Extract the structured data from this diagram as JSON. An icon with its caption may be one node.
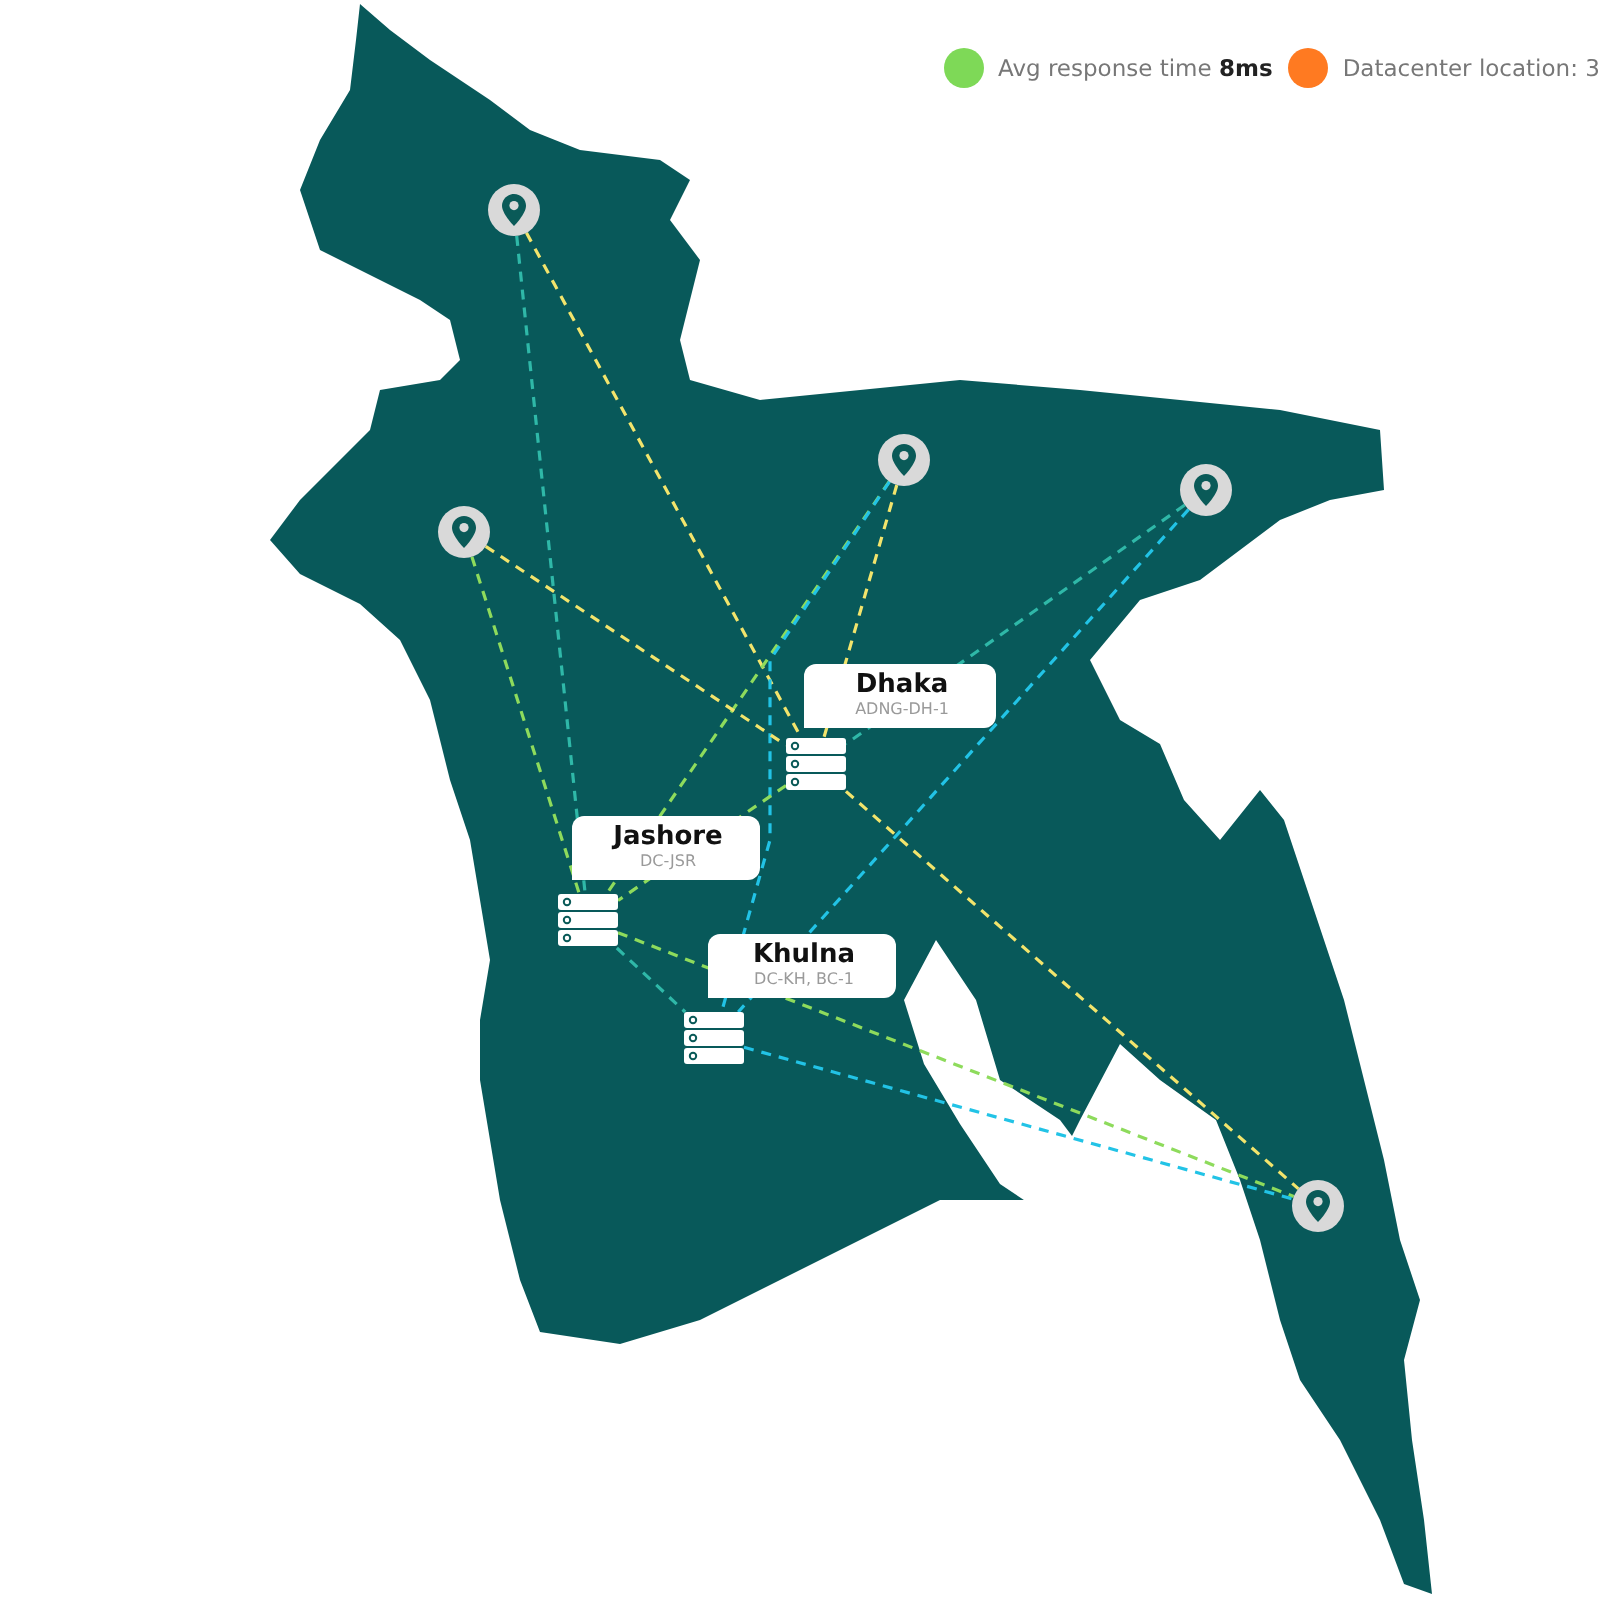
{
  "diagram": {
    "nodes": [
      {
        "text": [],
        "shape": "circle"
      },
      {
        "text": [],
        "shape": "circle"
      },
      {
        "text": [],
        "shape": "circle"
      },
      {
        "text": [],
        "shape": "circle"
      },
      {
        "text": [],
        "shape": "circle"
      },
      {
        "text": [],
        "shape": "picture",
        "beside": [
          "Dhaka",
          "ADNG-DH-1"
        ]
      },
      {
        "text": [],
        "shape": "picture",
        "beside": [
          "Jashore",
          "DC-JSR"
        ]
      },
      {
        "text": [],
        "shape": "picture",
        "beside": [
          "Khulna",
          "DC-KH, BC-1"
        ]
      }
    ],
    "edges": [
      {
        "from": 0,
        "to": 5,
        "arrow": "none",
        "style": "dashed",
        "color": "#f2e46c"
      },
      {
        "from": 0,
        "to": 6,
        "arrow": "none",
        "style": "dashed",
        "color": "#2fb8a8"
      },
      {
        "from": 1,
        "to": 6,
        "arrow": "none",
        "style": "dashed",
        "color": "#8edb5c"
      },
      {
        "from": 1,
        "to": 5,
        "arrow": "none",
        "style": "dashed",
        "color": "#f2e46c"
      },
      {
        "from": 1,
        "to": 7,
        "arrow": "none",
        "style": "dashed",
        "color": "#22c3e6"
      },
      {
        "from": 2,
        "to": 5,
        "arrow": "none",
        "style": "dashed",
        "color": "#2fb8a8"
      },
      {
        "from": 2,
        "to": 7,
        "arrow": "none",
        "style": "dashed",
        "color": "#22c3e6"
      },
      {
        "from": 3,
        "to": 5,
        "arrow": "none",
        "style": "dashed",
        "color": "#f2e46c"
      },
      {
        "from": 3,
        "to": 6,
        "arrow": "none",
        "style": "dashed",
        "color": "#8edb5c"
      },
      {
        "from": 5,
        "to": 4,
        "arrow": "none",
        "style": "dashed",
        "color": "#f2e46c"
      },
      {
        "from": 6,
        "to": 4,
        "arrow": "none",
        "style": "dashed",
        "color": "#8edb5c"
      },
      {
        "from": 7,
        "to": 4,
        "arrow": "none",
        "style": "dashed",
        "color": "#22c3e6"
      },
      {
        "from": 5,
        "to": 6,
        "arrow": "none",
        "style": "dashed",
        "color": "#8edb5c"
      },
      {
        "from": 6,
        "to": 7,
        "arrow": "none",
        "style": "dashed",
        "color": "#2fb8a8"
      }
    ],
    "legend": [
      {
        "text": "Avg response time **8ms**",
        "color": "#7ed957"
      },
      {
        "text": "Datacenter location: 3",
        "color": "#ff7a21"
      }
    ]
  }
}
